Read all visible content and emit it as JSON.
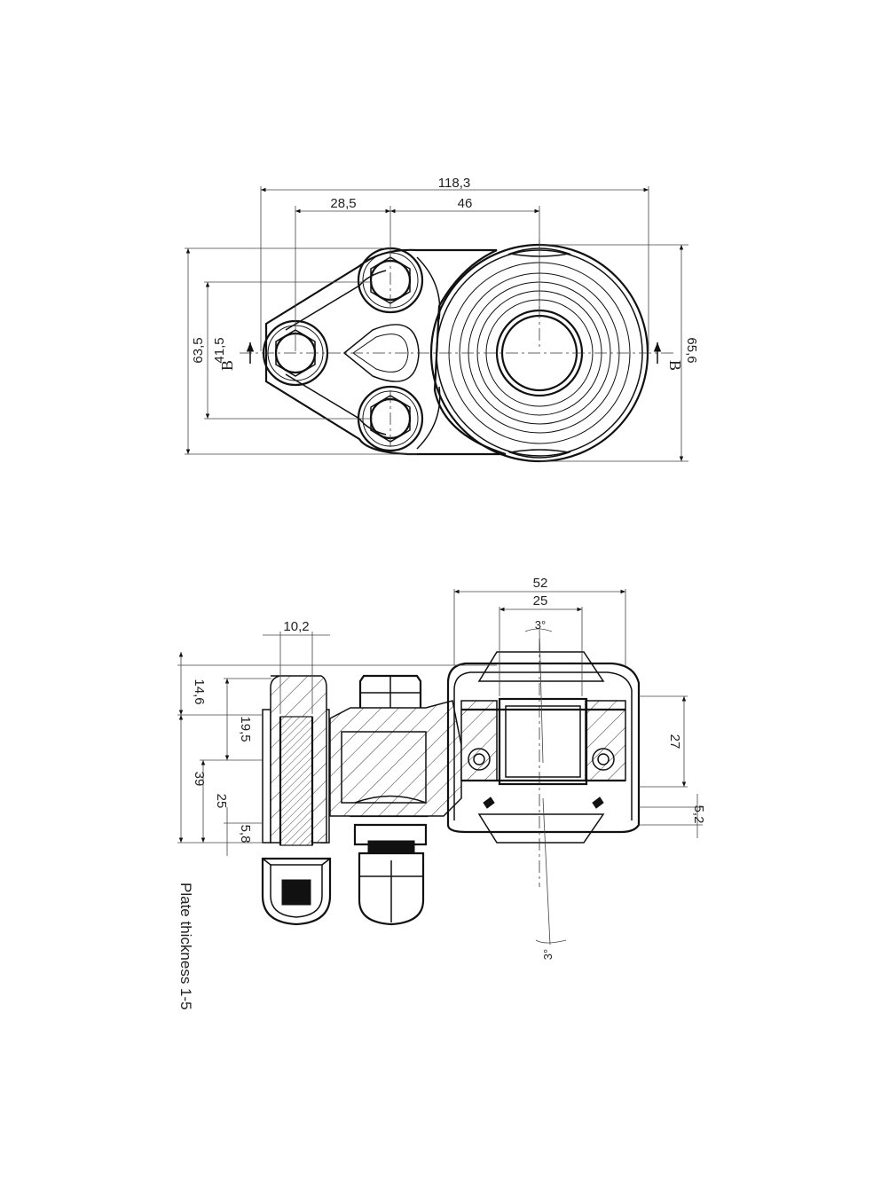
{
  "drawing": {
    "note": "Plate thickness 1-5",
    "section_label": "B"
  },
  "top_view_dims": {
    "overall_width": "118,3",
    "bolt_offset": "28,5",
    "center_distance": "46",
    "bolt_spacing": "41,5",
    "overall_height_left": "63,5",
    "overall_height_right": "65,6"
  },
  "section_view_dims": {
    "outer_diameter": "52",
    "bore_diameter": "25",
    "tilt_angle_top": "3°",
    "tilt_angle_bottom": "3°",
    "stud_diameter": "10,2",
    "top_offset": "14,6",
    "stud_height": "19,5",
    "total_height": "39",
    "plate_height": "25",
    "min_gap": "5,8",
    "housing_height": "27",
    "bottom_offset": "5,2"
  }
}
